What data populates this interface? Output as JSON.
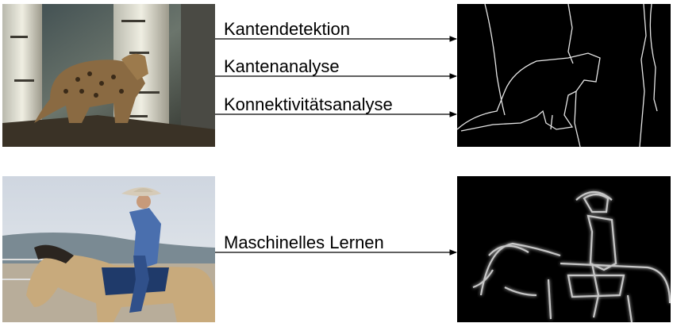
{
  "pipeline_top": {
    "steps": [
      {
        "label": "Kantendetektion"
      },
      {
        "label": "Kantenanalyse"
      },
      {
        "label": "Konnektivitätsanalyse"
      }
    ]
  },
  "pipeline_bottom": {
    "steps": [
      {
        "label": "Maschinelles Lernen"
      }
    ]
  },
  "colors": {
    "arrow": "#000000",
    "edge_line": "#e6e6e6",
    "panel_dark": "#000000"
  }
}
